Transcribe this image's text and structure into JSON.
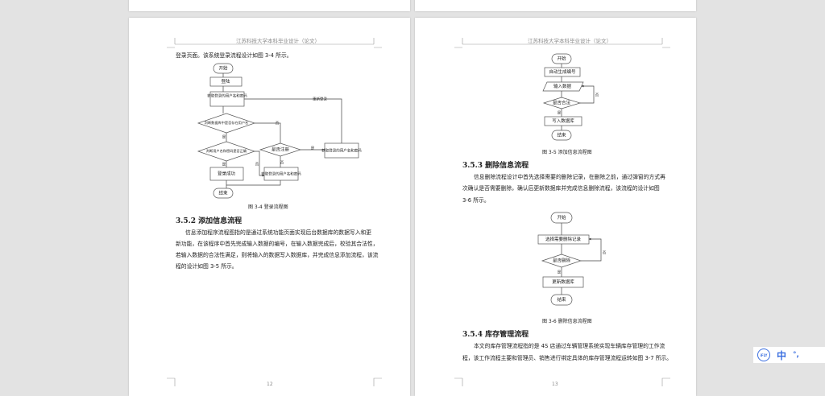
{
  "header": "江苏科技大学本科毕业设计（论文）",
  "page12": {
    "intro": "登录页面。该系统登录流程设计如图 3-4 所示。",
    "fig": {
      "start": "开始",
      "login": "登陆",
      "get1": "获取登录的用户名和密码",
      "d1": "判断数据库中是否存在用户名",
      "d2": "判断用户名和密码是否正确",
      "d3": "是否注册",
      "get2": "获取登录的用户名和密码",
      "get3": "获取登录的用户名和密码",
      "success": "登录成功",
      "end": "结束",
      "relogin": "重新登录",
      "yes": "是",
      "no": "否"
    },
    "caption": "图 3-4 登录流程图",
    "heading": "3.5.2 添加信息流程",
    "para": [
      "信息添加程序流程图指的是通过系统功能页面实现后台数据库的数据写入和更",
      "新功能，在该程序中首先完成输入数据的编号，在输入数据完成后，校验其合法性，",
      "若输入数据的合法性满足，则将输入的数据写入数据库，并完成信息添加流程，该流",
      "程的设计如图 3-5 所示。"
    ],
    "page_number": "12"
  },
  "page13": {
    "fig5": {
      "start": "开始",
      "auto": "自动生成编号",
      "input": "输入数据",
      "valid": "是否合法",
      "write": "写入数据库",
      "end": "结束",
      "yes": "是",
      "no": "否"
    },
    "caption5": "图 3-5 添加信息流程图",
    "heading1": "3.5.3 删除信息流程",
    "para1": [
      "信息删除流程设计中首先选择需要的删除记录，在删除之前，通过弹窗的方式再",
      "次确认是否需要删除，确认后更新数据库并完成信息删除流程，该流程的设计如图",
      "3-6 所示。"
    ],
    "fig6": {
      "start": "开始",
      "select": "选择需要删除记录",
      "del": "是否删除",
      "update": "更新数据库",
      "end": "结束",
      "yes": "是",
      "no": "否"
    },
    "caption6": "图 3-6 删除信息流程图",
    "heading2": "3.5.4 库存管理流程",
    "para2": [
      "本文的库存管理流程指的是 4S 店通过车辆管理系统实现车辆库存管理的工作流",
      "程，该工作流程主要和管理员、销售进行绑定具体的库存管理流程运转如图 3-7 所示。"
    ],
    "page_number": "13"
  },
  "widget": {
    "badge": "iFLY",
    "lang": "中",
    "punct": "°,"
  },
  "colors": {
    "accent": "#3b6fe0",
    "background": "#e3e3e3"
  }
}
